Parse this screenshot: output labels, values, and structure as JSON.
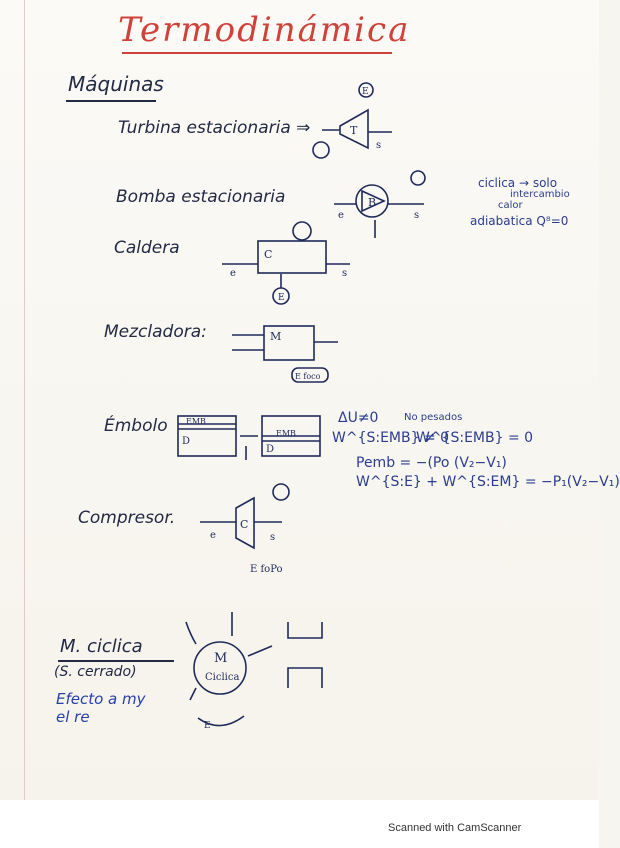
{
  "title": "Termodinámica",
  "sections": {
    "maquinas": "Máquinas",
    "m_ciclica": "M. ciclica",
    "s_cerrado": "(S. cerrado)",
    "efecto": "Efecto a my",
    "el_re": "el re"
  },
  "machines": {
    "turbina": "Turbina estacionaria ⇒",
    "bomba": "Bomba estacionaria",
    "caldera": "Caldera",
    "mezcladora": "Mezcladora:",
    "embolo": "Émbolo",
    "compresor": "Compresor."
  },
  "notes": {
    "ciclica_1": "ciclica → solo",
    "ciclica_2": "intercambio",
    "ciclica_3": "calor",
    "adiabatica": "adiabatica Q⁸=0"
  },
  "equations": {
    "eq1": "ΔU≠0",
    "eq1b": "W^{S:EMB} ≠ 0",
    "eq1c": "No pesados",
    "eq1d": "W^{S:EMB} = 0",
    "eq2": "Pemb = −(Po (V₂−V₁)",
    "eq3": "W^{S:E} + W^{S:EM} = −P₁(V₂−V₁)"
  },
  "labels": {
    "T": "T",
    "B": "B",
    "C": "C",
    "M": "M",
    "D": "D",
    "EMB": "EMB",
    "E": "E",
    "e": "e",
    "s": "s",
    "M_ciclica": "M",
    "ciclica": "Ciclica",
    "E_foco": "E foco",
    "E_foPo": "E foPo"
  },
  "footer": "Scanned with CamScanner"
}
